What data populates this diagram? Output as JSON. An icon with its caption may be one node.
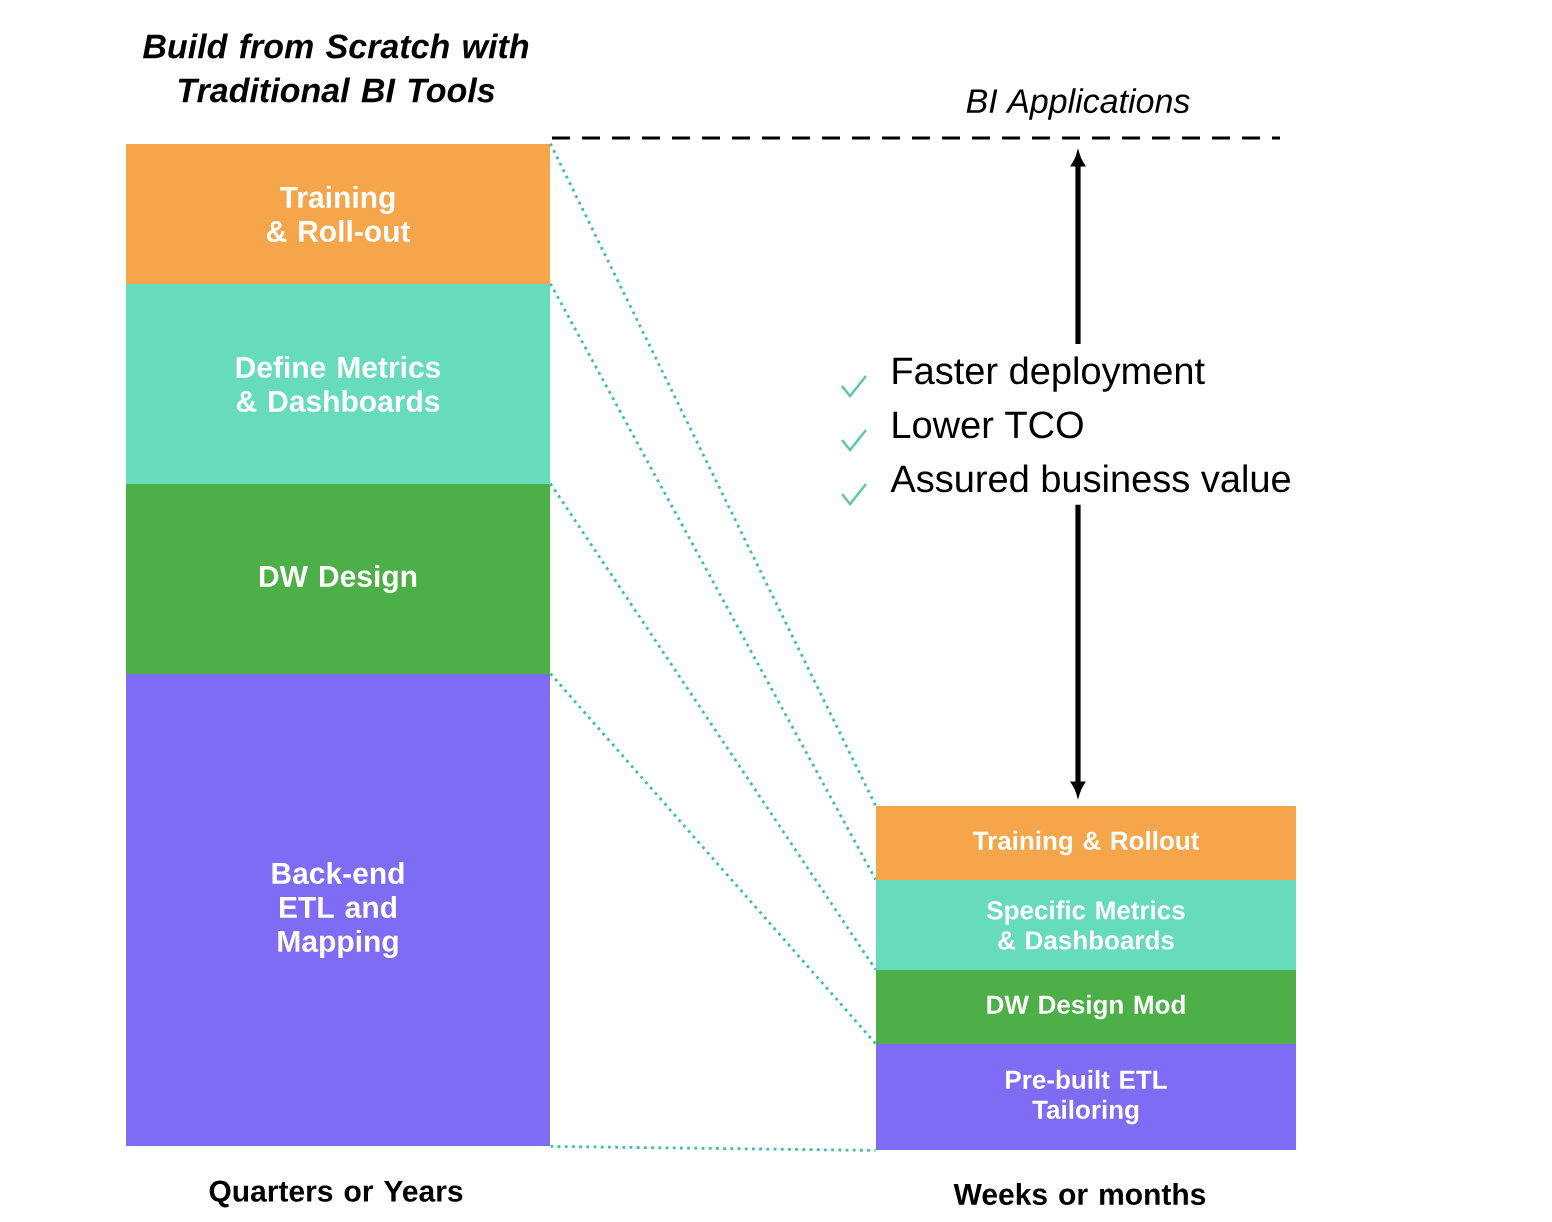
{
  "diagram": {
    "nodes": [
      {
        "text": [
          "Training & Roll-out"
        ]
      },
      {
        "text": [
          "Define Metrics & Dashboards"
        ]
      },
      {
        "text": [
          "DW Design"
        ]
      },
      {
        "text": [
          "Back-end ETL and Mapping"
        ]
      },
      {
        "text": [
          "Training & Rollout"
        ]
      },
      {
        "text": [
          "Specific Metrics & Dashboards"
        ]
      },
      {
        "text": [
          "DW Design Mod"
        ]
      },
      {
        "text": [
          "Pre-built ETL Tailoring"
        ]
      },
      {
        "text": [
          "BI Applications"
        ]
      },
      {
        "text": [
          "Faster deployment",
          "Lower TCO",
          "Assured business value"
        ]
      }
    ],
    "edges": [
      {
        "from": 0,
        "to": 4,
        "arrow": "none",
        "style": "dashed",
        "color": "#3cbfb0"
      },
      {
        "from": 1,
        "to": 5,
        "arrow": "none",
        "style": "dashed",
        "color": "#3cbfb0"
      },
      {
        "from": 2,
        "to": 6,
        "arrow": "none",
        "style": "dashed",
        "color": "#3cbfb0"
      },
      {
        "from": 3,
        "to": 7,
        "arrow": "none",
        "style": "dashed",
        "color": "#3cbfb0"
      },
      {
        "from": 3,
        "to": 7,
        "arrow": "none",
        "style": "dashed",
        "color": "#3cbfb0"
      },
      {
        "from": 9,
        "to": 8,
        "arrow": "to",
        "color": "#000000"
      },
      {
        "from": 9,
        "to": 4,
        "arrow": "to",
        "color": "#000000"
      }
    ],
    "labels": [
      "Build from Scratch with Traditional BI Tools",
      "Quarters or Years",
      "Weeks or months"
    ]
  }
}
